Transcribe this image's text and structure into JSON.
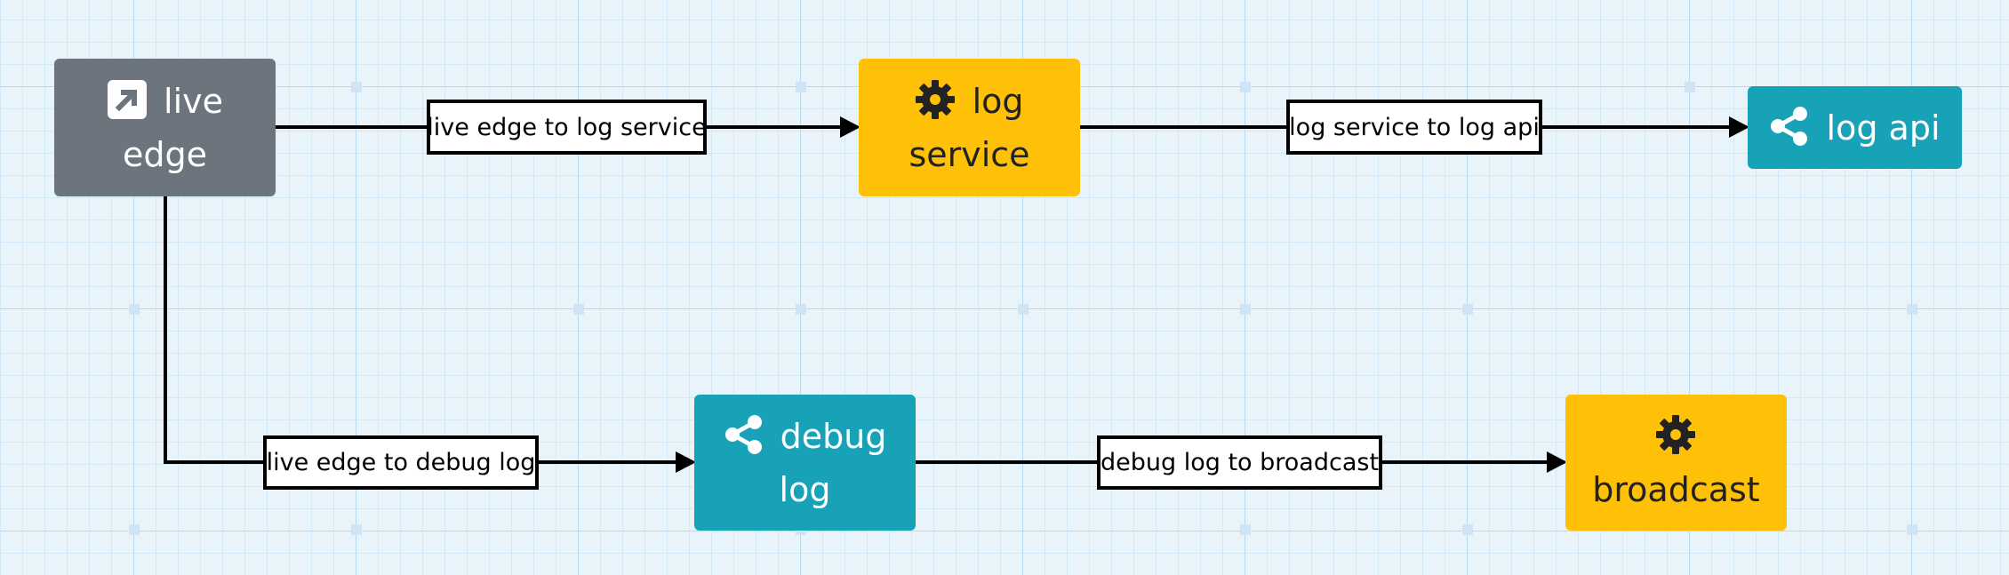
{
  "nodes": {
    "live_edge": {
      "line1": "live",
      "line2": "edge",
      "icon": "external-link-icon",
      "color": "#6c757d"
    },
    "log_service": {
      "line1": "log",
      "line2": "service",
      "icon": "gear-icon",
      "color": "#ffc107"
    },
    "log_api": {
      "label": "log api",
      "icon": "share-icon",
      "color": "#17a2b8"
    },
    "debug_log": {
      "line1": "debug",
      "line2": "log",
      "icon": "share-icon",
      "color": "#17a2b8"
    },
    "broadcast": {
      "label": "broadcast",
      "icon": "gear-icon",
      "color": "#ffc107"
    }
  },
  "edges": {
    "live_edge_to_log_service": "live edge to log service",
    "log_service_to_log_api": "log service to log api",
    "live_edge_to_debug_log": "live edge to debug log",
    "debug_log_to_broadcast": "debug log to broadcast"
  }
}
